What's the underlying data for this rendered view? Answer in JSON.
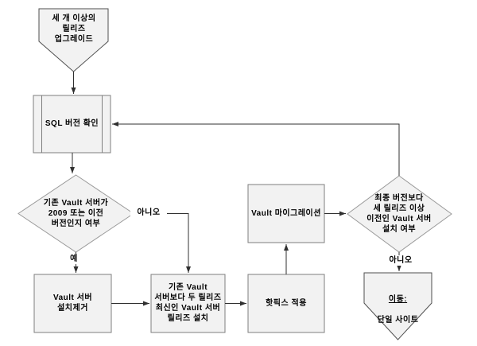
{
  "colors": {
    "shape_fill": "#f2f2f2",
    "rect_border": "#7f7f7f",
    "diamond_border": "#9a9a9a",
    "pentagon_border": "#4f4f4f",
    "connector": "#303030",
    "text": "#000000"
  },
  "nodes": {
    "start_offpage": {
      "text": "세 개 이상의\n릴리즈\n업그레이드"
    },
    "sql_check": {
      "text": "SQL 버전 확인"
    },
    "decision_vault_2009": {
      "text": "기존 Vault 서버가\n2009 또는 이전\n버전인지 여부"
    },
    "uninstall_vault": {
      "text": "Vault 서버\n설치제거"
    },
    "install_two_releases": {
      "text": "기존 Vault\n서버보다 두 릴리즈\n최신인 Vault 서버\n릴리즈 설치"
    },
    "apply_hotfix": {
      "text": "핫픽스 적용"
    },
    "vault_migration": {
      "text": "Vault 마이그레이션"
    },
    "decision_three_releases": {
      "text": "최종 버전보다\n세 릴리즈 이상\n이전인 Vault 서버\n설치 여부"
    },
    "goto_single_site": {
      "title": "이동:",
      "subtitle": "단일 사이트"
    }
  },
  "edge_labels": {
    "yes": "예",
    "no_left": "아니오",
    "no_right": "아니오"
  }
}
